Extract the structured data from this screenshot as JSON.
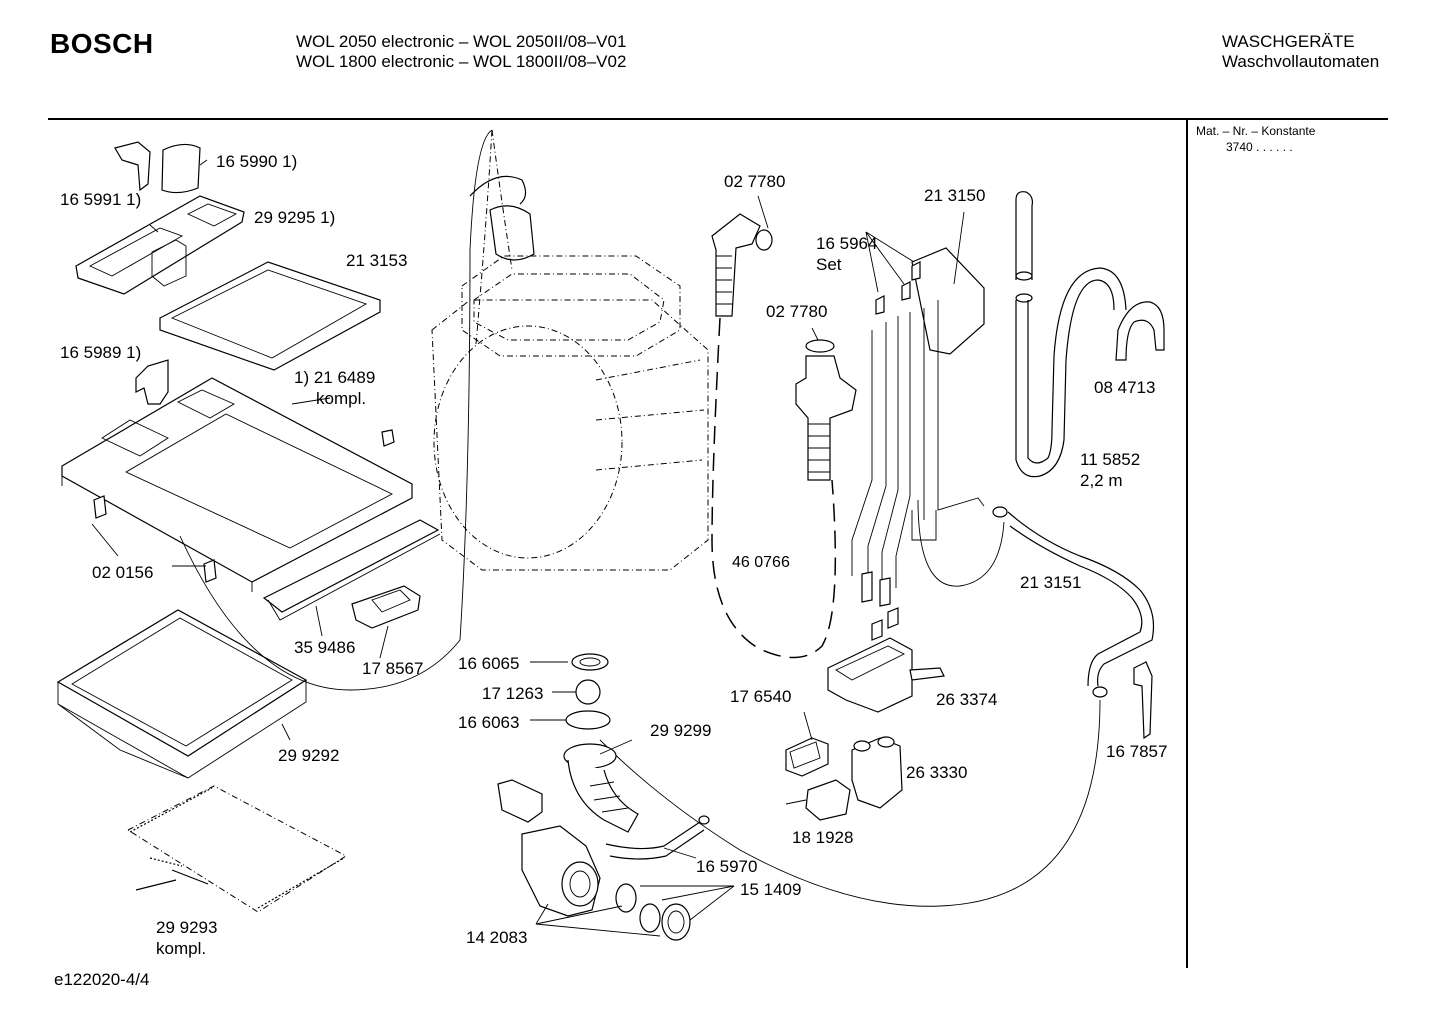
{
  "header": {
    "brand": "BOSCH",
    "model_line_1": "WOL 2050 electronic – WOL 2050II/08–V01",
    "model_line_2": "WOL 1800 electronic – WOL 1800II/08–V02",
    "category_line_1": "WASCHGERÄTE",
    "category_line_2": "Waschvollautomaten"
  },
  "side_panel": {
    "title": "Mat. – Nr. – Konstante",
    "value": "3740 .  .   .  .  .  ."
  },
  "labels": {
    "p165990": "16 5990 1)",
    "p165991": "16 5991 1)",
    "p299295": "29 9295 1)",
    "p213153": "21 3153",
    "p165989": "16 5989 1)",
    "p216489a": "1) 21 6489",
    "p216489b": "kompl.",
    "p020156": "02 0156",
    "p359486": "35 9486",
    "p178567": "17 8567",
    "p299292": "29 9292",
    "p299293a": "29 9293",
    "p299293b": "kompl.",
    "p027780a": "02 7780",
    "p027780b": "02 7780",
    "p460766": "46 0766",
    "p213150": "21 3150",
    "p165964a": "16 5964",
    "p165964b": "Set",
    "p084713": "08 4713",
    "p115852a": "11 5852",
    "p115852b": "2,2 m",
    "p213151": "21 3151",
    "p166065": "16 6065",
    "p171263": "17 1263",
    "p166063": "16 6063",
    "p299299": "29 9299",
    "p176540": "17 6540",
    "p263374": "26 3374",
    "p263330": "26 3330",
    "p181928": "18 1928",
    "p165970": "16 5970",
    "p151409": "15 1409",
    "p142083": "14 2083",
    "p167857": "16 7857"
  },
  "footer": {
    "code": "e122020-4/4"
  }
}
